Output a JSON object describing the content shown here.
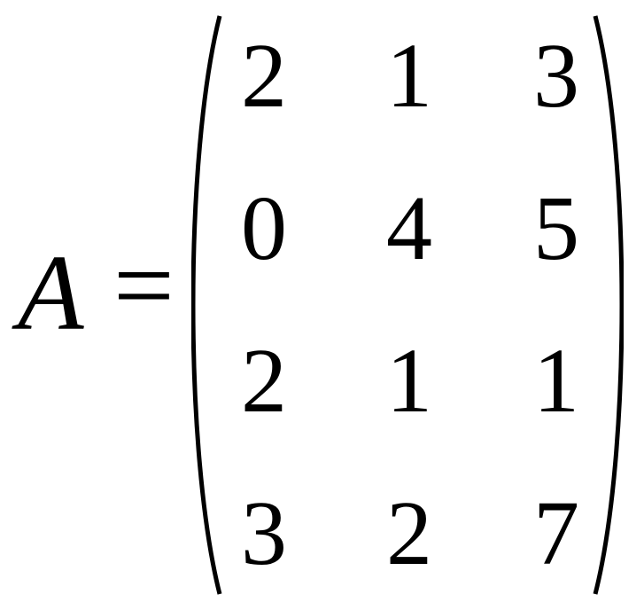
{
  "equation": {
    "variable": "A",
    "operator": "=",
    "matrix": [
      [
        "2",
        "1",
        "3"
      ],
      [
        "0",
        "4",
        "5"
      ],
      [
        "2",
        "1",
        "1"
      ],
      [
        "3",
        "2",
        "7"
      ]
    ]
  }
}
